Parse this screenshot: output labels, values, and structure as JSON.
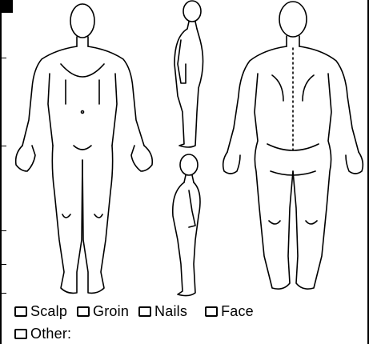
{
  "checkboxes": {
    "scalp": "Scalp",
    "groin": "Groin",
    "nails": "Nails",
    "face": "Face",
    "other": "Other:"
  }
}
